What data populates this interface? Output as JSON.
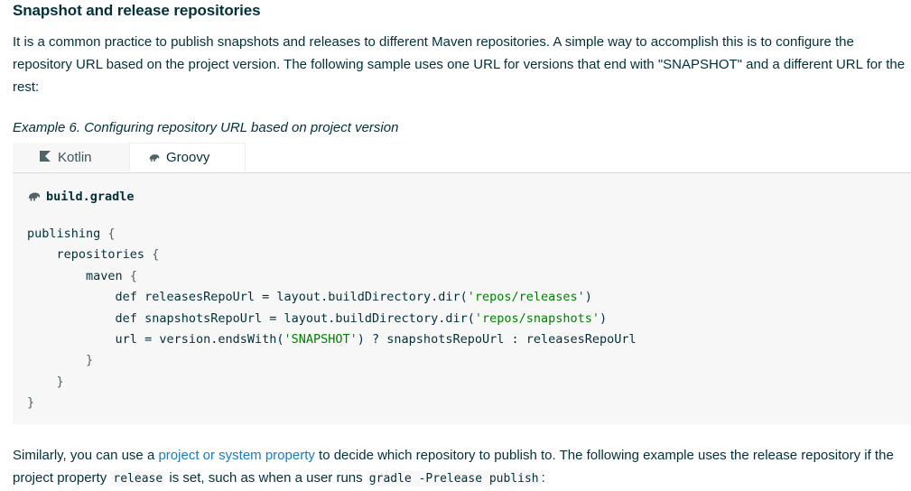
{
  "section": {
    "title": "Snapshot and release repositories",
    "intro": "It is a common practice to publish snapshots and releases to different Maven repositories. A simple way to accomplish this is to configure the repository URL based on the project version. The following sample uses one URL for versions that end with \"SNAPSHOT\" and a different URL for the rest:"
  },
  "example": {
    "title": "Example 6. Configuring repository URL based on project version",
    "tabs": [
      {
        "label": "Kotlin",
        "icon": "kotlin-icon",
        "selected": false
      },
      {
        "label": "Groovy",
        "icon": "gradle-elephant-icon",
        "selected": true
      }
    ],
    "file_name": "build.gradle",
    "code": {
      "l1": "publishing",
      "l2": "repositories",
      "l3": "maven",
      "l4_kw": "def",
      "l4_var": "releasesRepoUrl",
      "l4_expr": "layout.buildDirectory.dir(",
      "l4_str": "'repos/releases'",
      "l5_kw": "def",
      "l5_var": "snapshotsRepoUrl",
      "l5_expr": "layout.buildDirectory.dir(",
      "l5_str": "'repos/snapshots'",
      "l6_var": "url",
      "l6_expr": "version.endsWith(",
      "l6_str": "'SNAPSHOT'",
      "l6_rest_a": "snapshotsRepoUrl",
      "l6_rest_b": "releasesRepoUrl"
    }
  },
  "after": {
    "text_1": "Similarly, you can use a ",
    "link": "project or system property",
    "text_2": " to decide which repository to publish to. The following example uses the release repository if the project property ",
    "code_1": "release",
    "text_3": " is set, such as when a user runs ",
    "code_2": "gradle -Prelease publish",
    "text_4": ":"
  }
}
